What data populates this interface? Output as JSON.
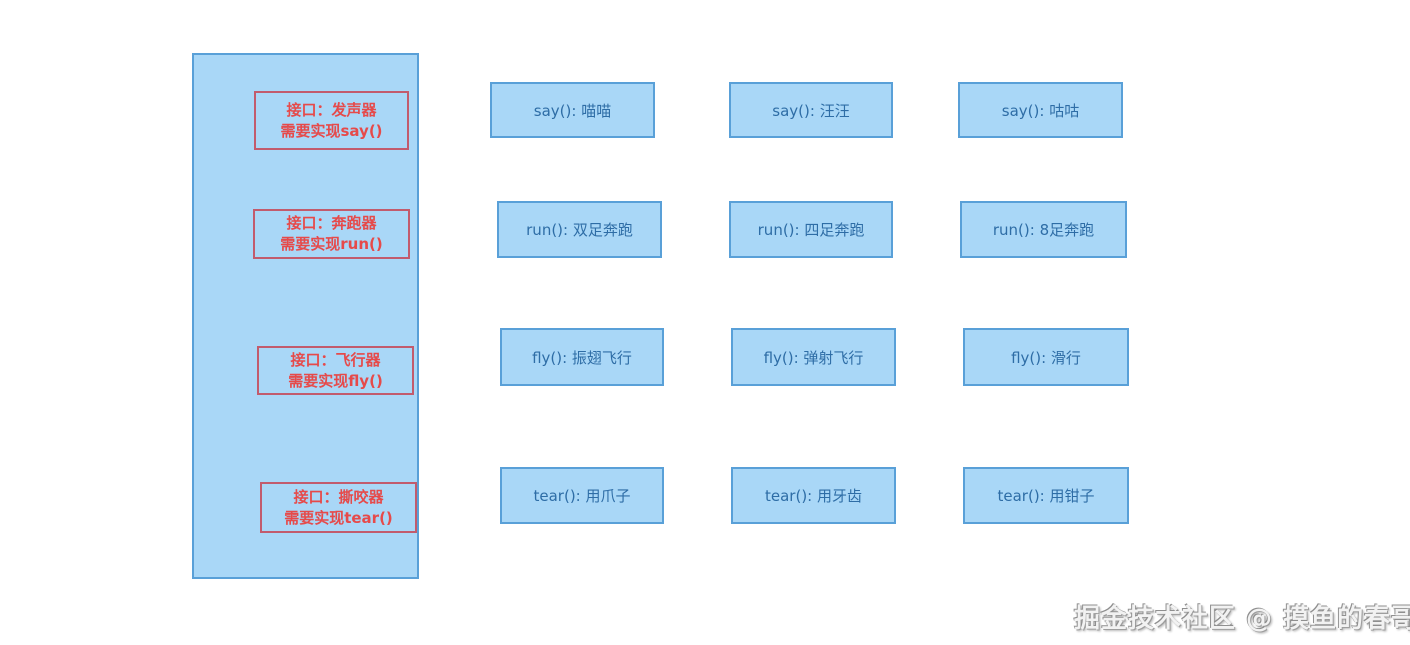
{
  "diagram": {
    "interfaces": [
      {
        "title": "接口：发声器",
        "requirement": "需要实现say()"
      },
      {
        "title": "接口：奔跑器",
        "requirement": "需要实现run()"
      },
      {
        "title": "接口：飞行器",
        "requirement": "需要实现fly()"
      },
      {
        "title": "接口：撕咬器",
        "requirement": "需要实现tear()"
      }
    ],
    "implementations": [
      [
        "say(): 喵喵",
        "say(): 汪汪",
        "say(): 咕咕"
      ],
      [
        "run(): 双足奔跑",
        "run(): 四足奔跑",
        "run(): 8足奔跑"
      ],
      [
        "fly(): 振翅飞行",
        "fly(): 弹射飞行",
        "fly(): 滑行"
      ],
      [
        "tear(): 用爪子",
        "tear(): 用牙齿",
        "tear(): 用钳子"
      ]
    ]
  },
  "watermark": "掘金技术社区 @ 摸鱼的春哥",
  "colors": {
    "box_fill": "#a9d7f7",
    "box_border": "#59a0d8",
    "box_text": "#2e6da6",
    "interface_border": "#c25b6d",
    "interface_text": "#e64a4a",
    "background": "#ffffff",
    "watermark_shadow": "#9e9e9e"
  }
}
